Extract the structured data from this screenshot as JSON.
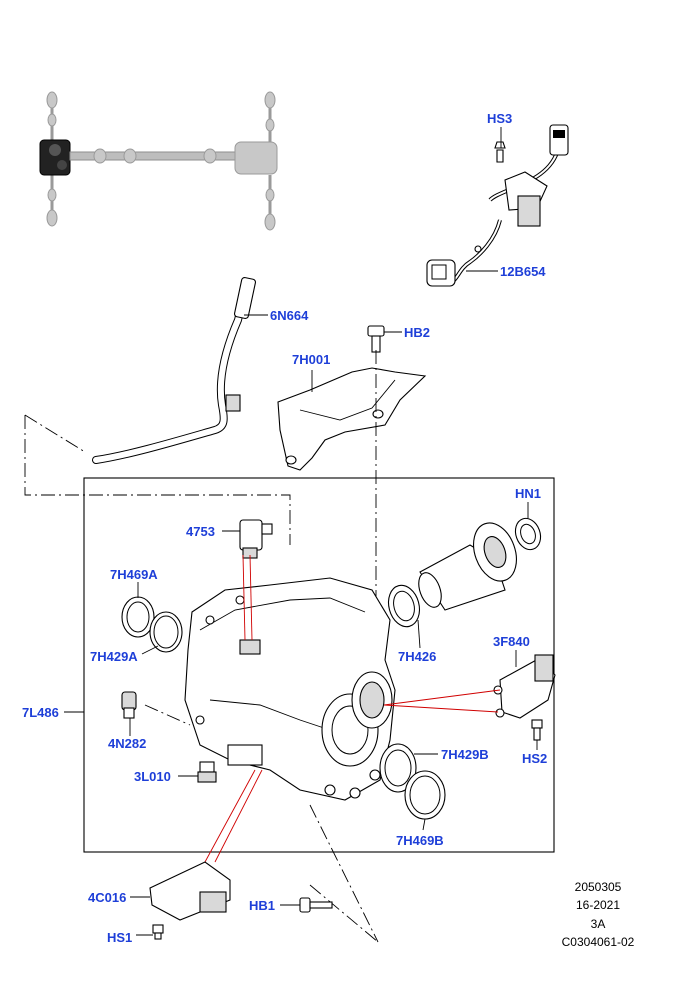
{
  "diagram": {
    "callouts": {
      "hs3": "HS3",
      "p12b654": "12B654",
      "p6n664": "6N664",
      "hb2": "HB2",
      "p7h001": "7H001",
      "hn1": "HN1",
      "p4753": "4753",
      "p7h469a": "7H469A",
      "p7h429a": "7H429A",
      "p7h426": "7H426",
      "p3f840": "3F840",
      "p7l486": "7L486",
      "p4n282": "4N282",
      "hs2": "HS2",
      "p7h429b": "7H429B",
      "p3l010": "3L010",
      "p7h469b": "7H469B",
      "p4c016": "4C016",
      "hb1": "HB1",
      "hs1": "HS1"
    },
    "reference": [
      "2050305",
      "16-2021",
      "3A",
      "C0304061-02"
    ]
  }
}
